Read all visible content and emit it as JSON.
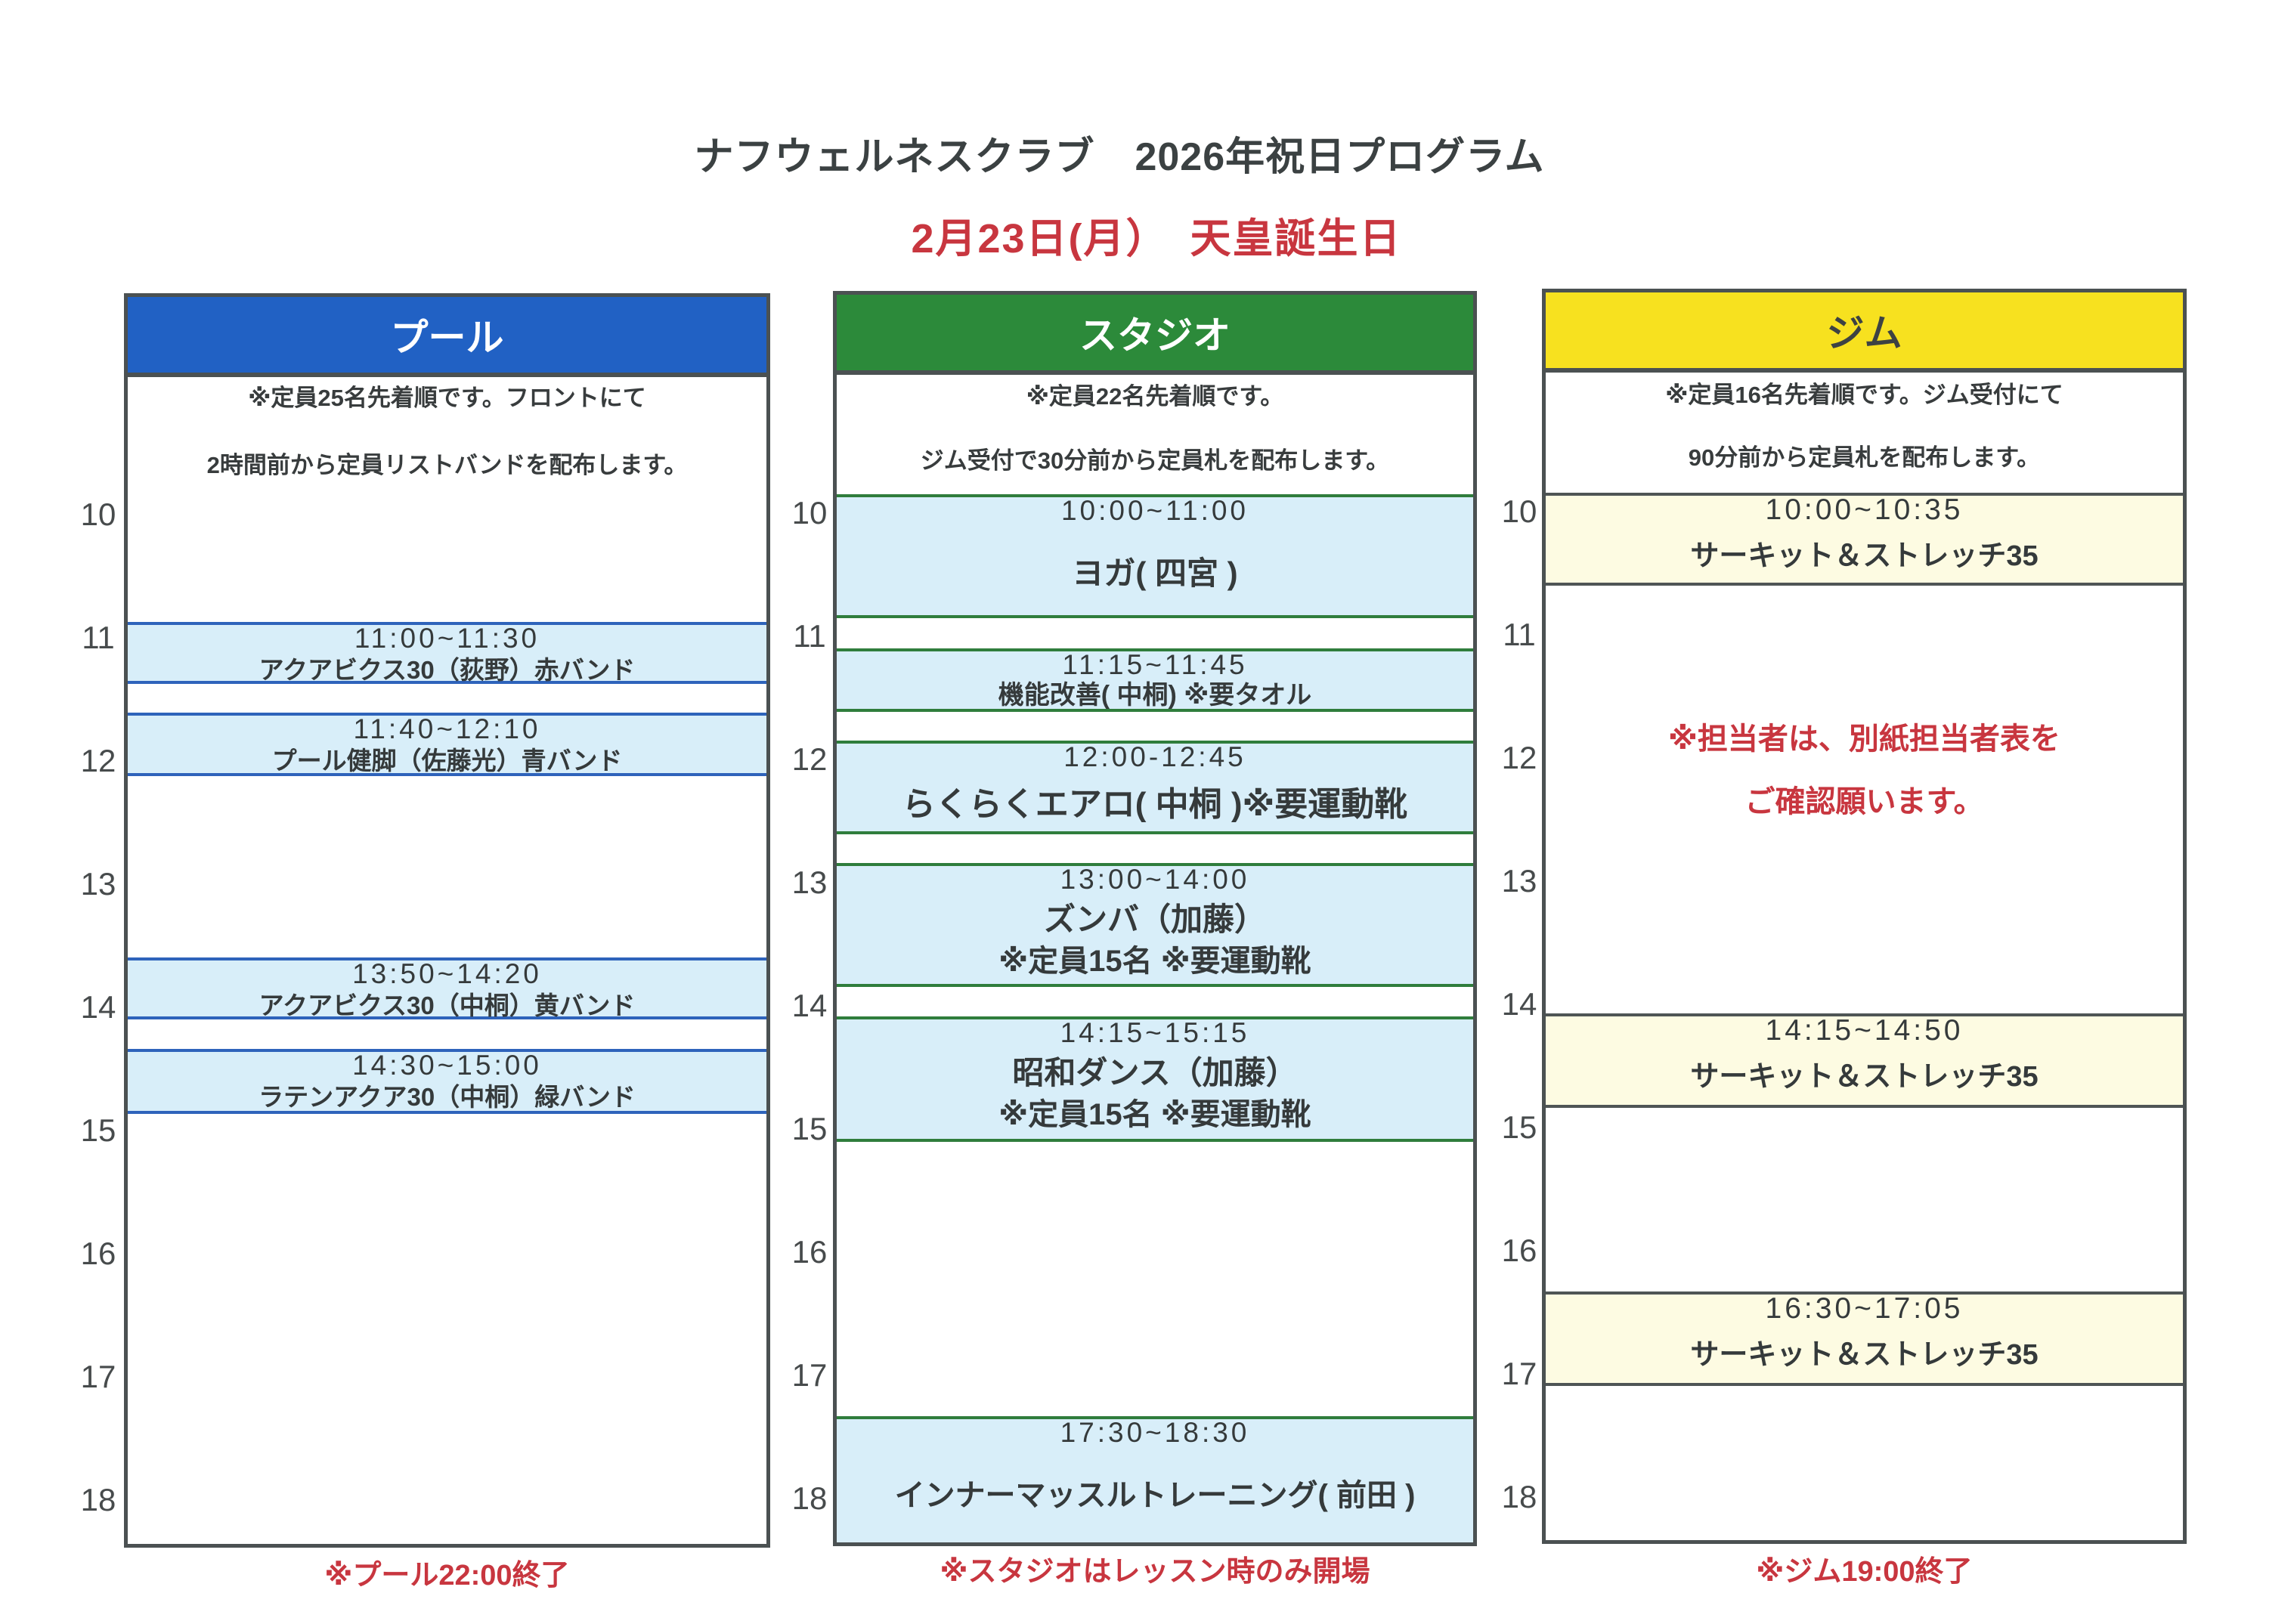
{
  "page": {
    "title": "ナフウェルネスクラブ　2026年祝日プログラム",
    "subtitle": "2月23日(月）　天皇誕生日"
  },
  "colors": {
    "pool_header": "#2161c4",
    "studio_header": "#2c8a3a",
    "gym_header": "#f7e11f",
    "event_fill_blue": "#d8eef9",
    "event_fill_yellow": "#fdfbe2",
    "notice_red": "#c8363f",
    "border": "#4b5152"
  },
  "hours": [
    "10",
    "11",
    "12",
    "13",
    "14",
    "15",
    "16",
    "17",
    "18"
  ],
  "columns": {
    "pool": {
      "header": "プール",
      "notes": [
        "※定員25名先着順です。フロントにて",
        "2時間前から定員リストバンドを配布します。"
      ],
      "events": [
        {
          "time": "11:00~11:30",
          "name": "アクアビクス30（荻野）赤バンド"
        },
        {
          "time": "11:40~12:10",
          "name": "プール健脚（佐藤光）青バンド"
        },
        {
          "time": "13:50~14:20",
          "name": "アクアビクス30（中桐）黄バンド"
        },
        {
          "time": "14:30~15:00",
          "name": "ラテンアクア30（中桐）緑バンド"
        }
      ],
      "footer": "※プール22:00終了"
    },
    "studio": {
      "header": "スタジオ",
      "notes": [
        "※定員22名先着順です。",
        "ジム受付で30分前から定員札を配布します。"
      ],
      "events": [
        {
          "time": "10:00~11:00",
          "name": "ヨガ( 四宮 )"
        },
        {
          "time": "11:15~11:45",
          "name": "機能改善( 中桐) ※要タオル"
        },
        {
          "time": "12:00-12:45",
          "name": "らくらくエアロ( 中桐 )※要運動靴"
        },
        {
          "time": "13:00~14:00",
          "name": "ズンバ（加藤）",
          "note": "※定員15名 ※要運動靴"
        },
        {
          "time": "14:15~15:15",
          "name": "昭和ダンス（加藤）",
          "note": "※定員15名 ※要運動靴"
        },
        {
          "time": "17:30~18:30",
          "name": "インナーマッスルトレーニング( 前田 )"
        }
      ],
      "footer": "※スタジオはレッスン時のみ開場"
    },
    "gym": {
      "header": "ジム",
      "notes": [
        "※定員16名先着順です。ジム受付にて",
        "90分前から定員札を配布します。"
      ],
      "events": [
        {
          "time": "10:00~10:35",
          "name": "サーキット＆ストレッチ35"
        },
        {
          "time": "14:15~14:50",
          "name": "サーキット＆ストレッチ35"
        },
        {
          "time": "16:30~17:05",
          "name": "サーキット＆ストレッチ35"
        }
      ],
      "staff_notice": [
        "※担当者は、別紙担当者表を",
        "ご確認願います。"
      ],
      "footer": "※ジム19:00終了"
    }
  }
}
